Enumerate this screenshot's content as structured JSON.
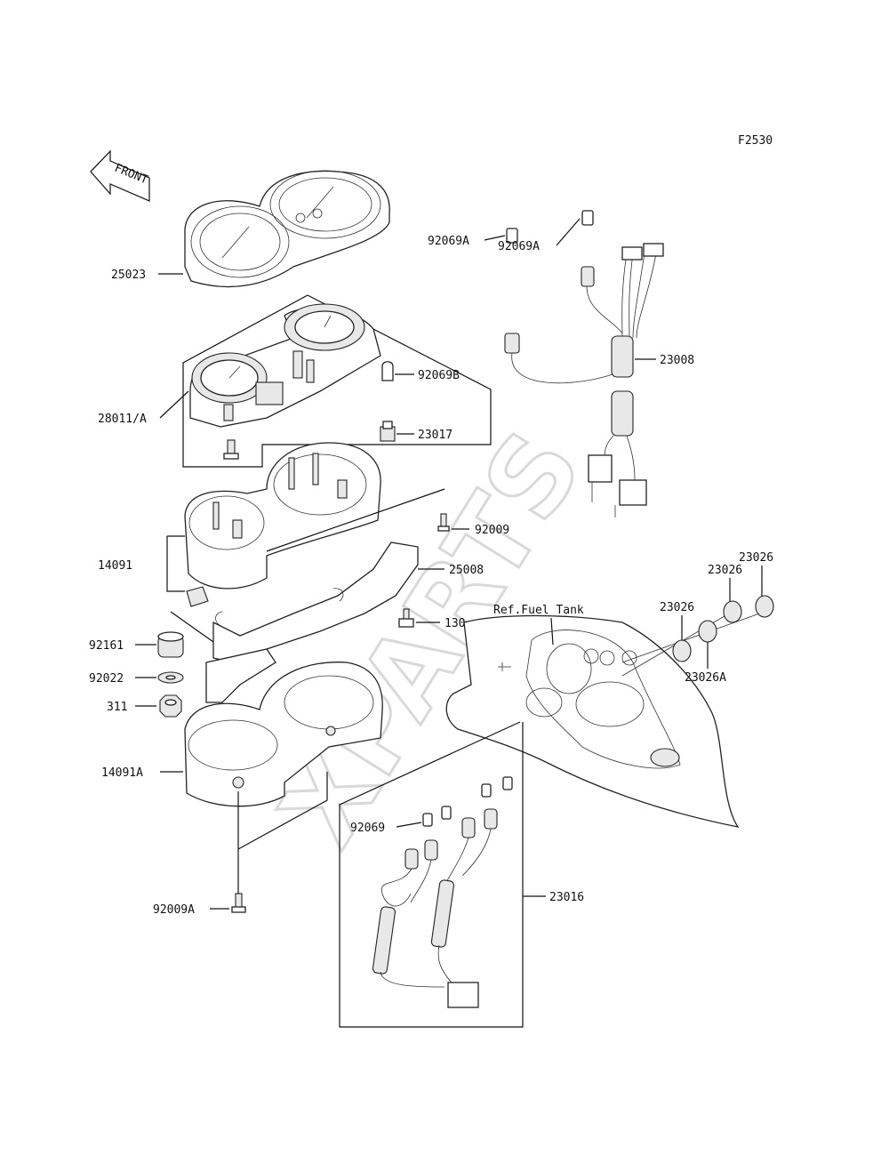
{
  "figure_code": "F2530",
  "front_arrow": "FRONT",
  "watermark": "XPARTS",
  "ref_note": "Ref.Fuel Tank",
  "labels": {
    "p25023": "25023",
    "p28011A": "28011/A",
    "p14091": "14091",
    "p92161": "92161",
    "p92022": "92022",
    "p311": "311",
    "p14091A": "14091A",
    "p92009A": "92009A",
    "p92069B": "92069B",
    "p23017": "23017",
    "p92009": "92009",
    "p25008": "25008",
    "p130": "130",
    "p92069A_1": "92069A",
    "p92069A_2": "92069A",
    "p23008": "23008",
    "p23026_1": "23026",
    "p23026_2": "23026",
    "p23026_3": "23026",
    "p23026A": "23026A",
    "p92069": "92069",
    "p23016": "23016"
  }
}
